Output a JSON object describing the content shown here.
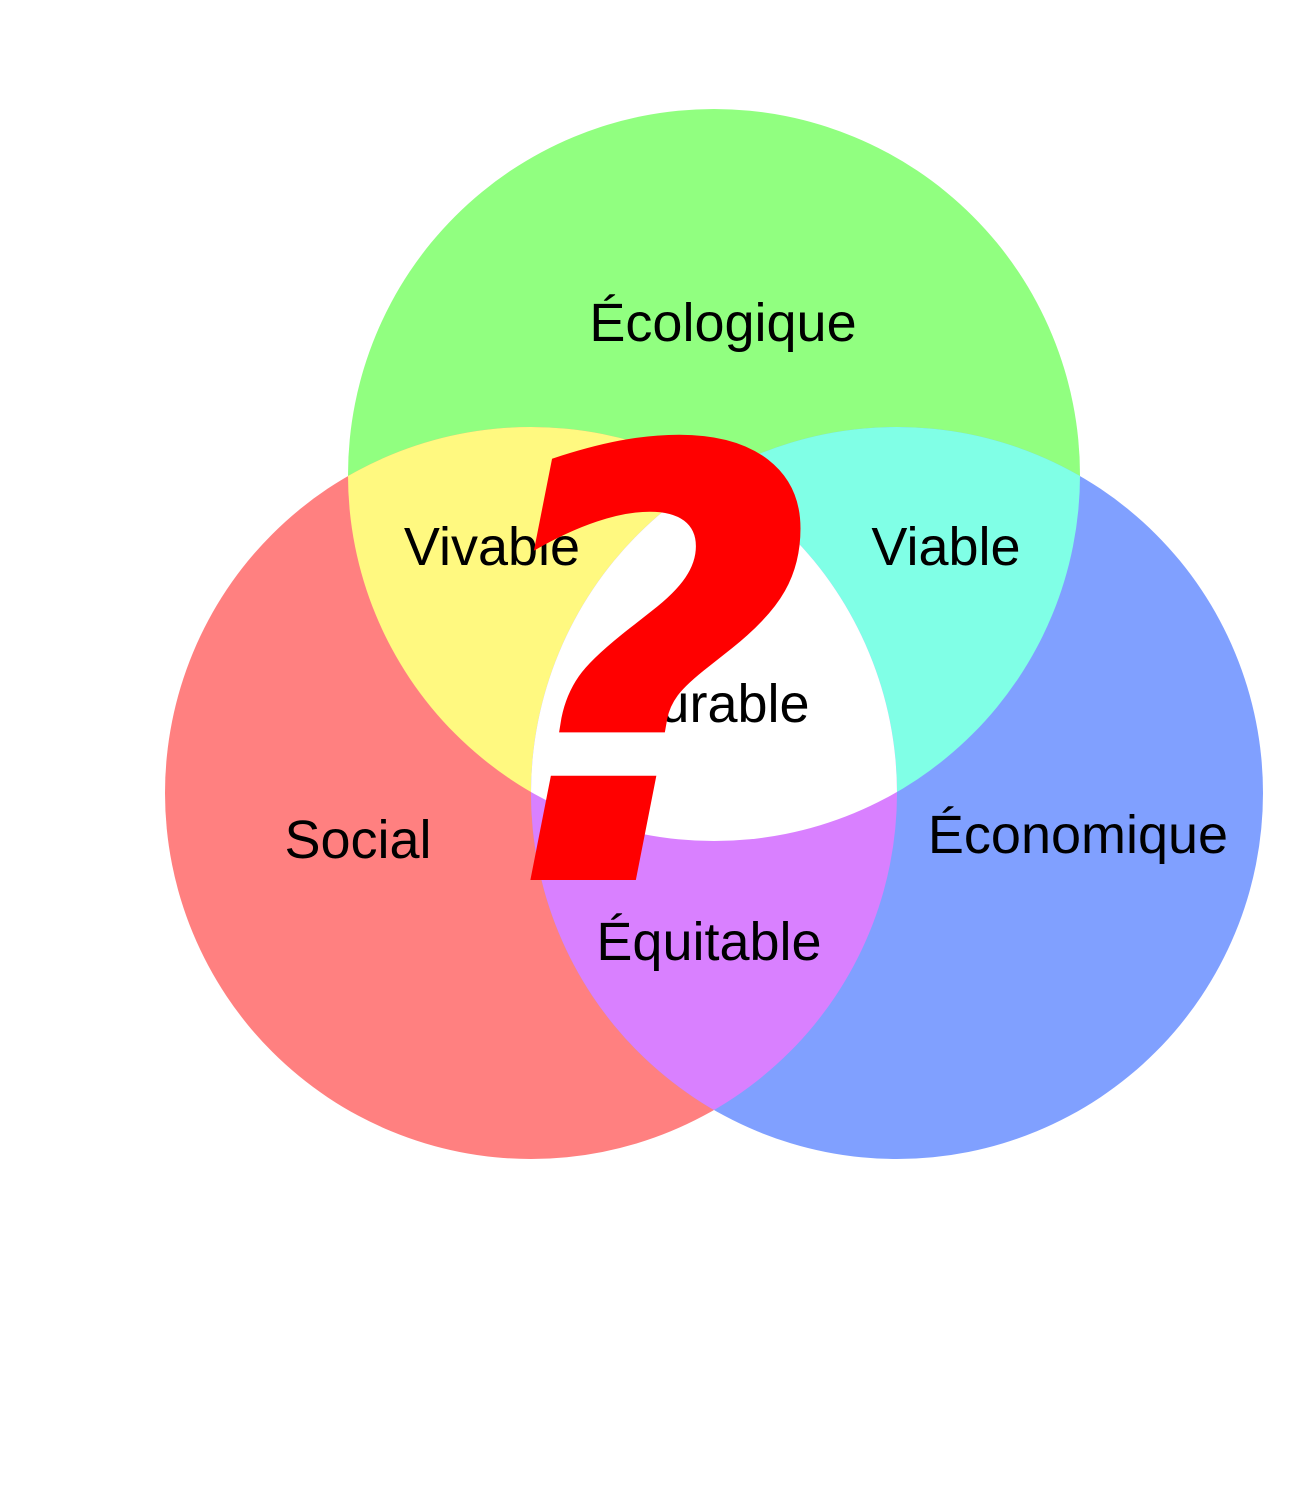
{
  "diagram": {
    "circles": [
      {
        "key": "ecologique",
        "color": "#91ff80"
      },
      {
        "key": "social",
        "color": "#ff8080"
      },
      {
        "key": "economique",
        "color": "#80a0ff"
      }
    ],
    "overlap_colors": {
      "vivable": "#fff980",
      "viable": "#80ffe6",
      "equitable": "#d980ff",
      "durable": "#ffffff"
    },
    "labels": {
      "ecologique": "Écologique",
      "social": "Social",
      "economique": "Économique",
      "vivable": "Vivable",
      "viable": "Viable",
      "equitable": "Équitable",
      "durable": "Durable"
    },
    "overlay": {
      "symbol": "?",
      "color": "#ff0000"
    }
  }
}
